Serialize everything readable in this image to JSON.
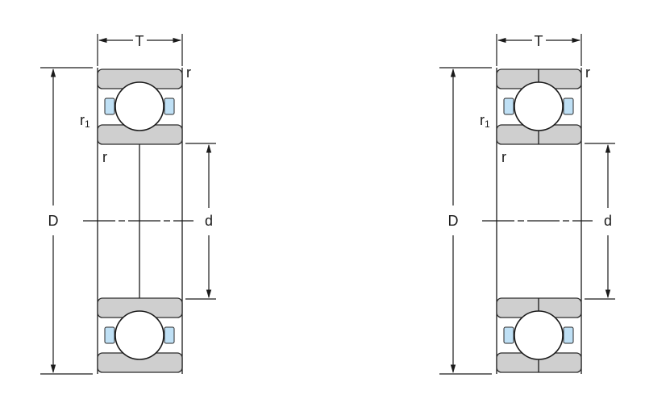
{
  "diagrams": [
    {
      "id": "left",
      "labels": {
        "T": "T",
        "r_top": "r",
        "r1": "r",
        "r1_sub": "1",
        "r_inner": "r",
        "D": "D",
        "d": "d"
      }
    },
    {
      "id": "right",
      "labels": {
        "T": "T",
        "r_top": "r",
        "r1": "r",
        "r1_sub": "1",
        "r_inner": "r",
        "D": "D",
        "d": "d"
      }
    }
  ],
  "colors": {
    "ring": "#cfcfcf",
    "cage": "#bfe0f5",
    "ball": "#ffffff",
    "line": "#1a1a1a"
  }
}
